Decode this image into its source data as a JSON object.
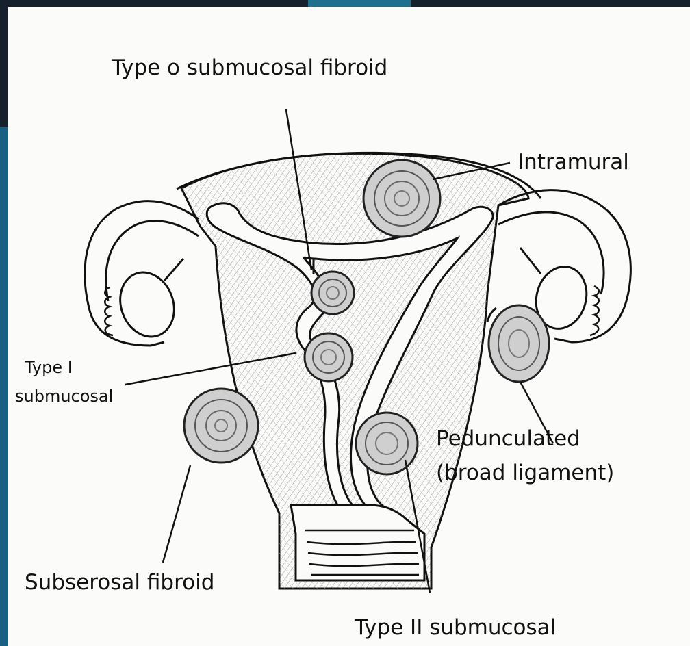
{
  "labels": {
    "type0": "Type o submucosal fibroid",
    "intramural": "Intramural",
    "type1_line1": "Type I",
    "type1_line2": "submucosal",
    "pedunculated_line1": "Pedunculated",
    "pedunculated_line2": "(broad ligament)",
    "subserosal": "Subserosal fibroid",
    "type2": "Type II submucosal"
  },
  "colors": {
    "background": "#0e3a55",
    "paper": "#fbfbf9",
    "ink": "#111111",
    "hatch": "#9a9a9a"
  }
}
